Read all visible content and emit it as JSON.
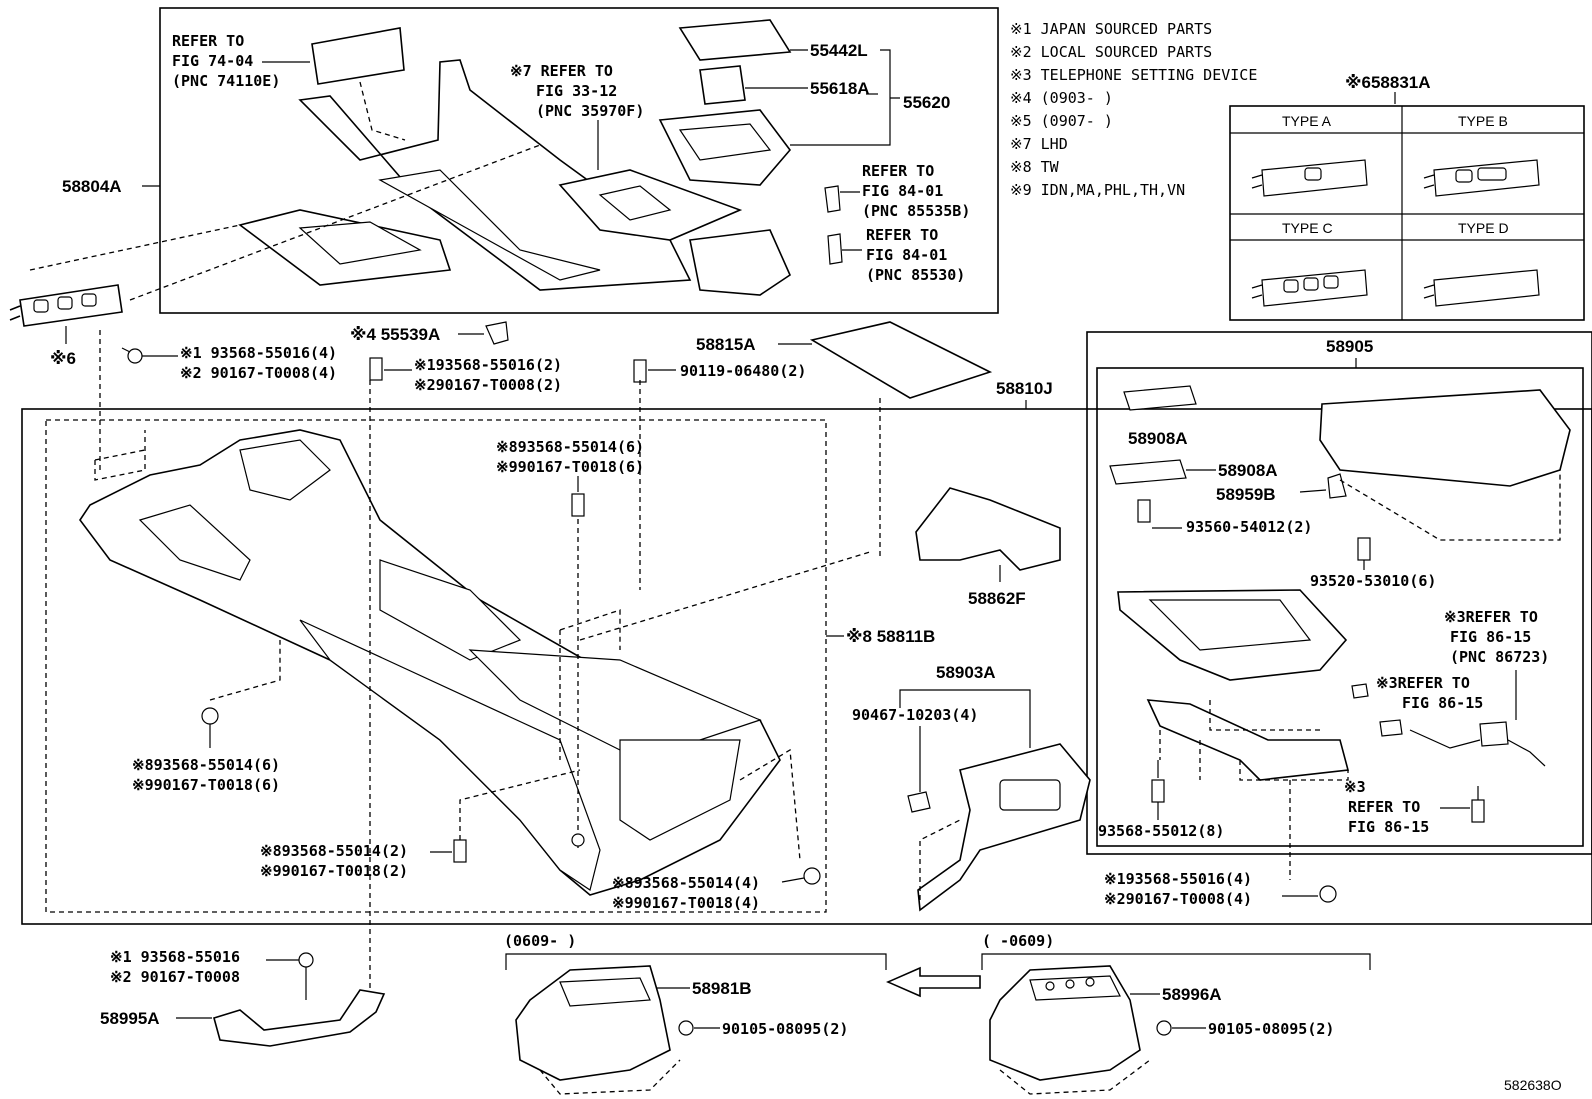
{
  "notes": [
    "※1 JAPAN SOURCED PARTS",
    "※2 LOCAL SOURCED PARTS",
    "※3 TELEPHONE SETTING DEVICE",
    "※4 (0903-    )",
    "※5 (0907-    )",
    "※7 LHD",
    "※8 TW",
    "※9 IDN,MA,PHL,TH,VN"
  ],
  "type_table": {
    "title": "※658831A",
    "types": [
      "TYPE A",
      "TYPE B",
      "TYPE C",
      "TYPE D"
    ]
  },
  "refs": {
    "fig7404": [
      "REFER TO",
      "FIG 74-04",
      "(PNC 74110E)"
    ],
    "fig3312": [
      "※7 REFER TO",
      "FIG 33-12",
      "(PNC 35970F)"
    ],
    "fig8401a": [
      "REFER TO",
      "FIG 84-01",
      "(PNC 85535B)"
    ],
    "fig8401b": [
      "REFER TO",
      "FIG 84-01",
      "(PNC 85530)"
    ],
    "fig8615a": [
      "※3REFER TO",
      "FIG 86-15",
      "(PNC 86723)"
    ],
    "fig8615b": [
      "※3REFER TO",
      "FIG 86-15"
    ],
    "fig8615c": [
      "※3",
      "REFER TO",
      "FIG 86-15"
    ]
  },
  "parts": {
    "p55442L": "55442L",
    "p55618A": "55618A",
    "p55620": "55620",
    "p58804A": "58804A",
    "p6": "※6",
    "p55539A": "※4 55539A",
    "p58815A": "58815A",
    "p58810J": "58810J",
    "p58905": "58905",
    "p58908A1": "58908A",
    "p58908A2": "58908A",
    "p58959B": "58959B",
    "p58862F": "58862F",
    "p58811B": "※8 58811B",
    "p58903A": "58903A",
    "p58981B": "58981B",
    "p58996A": "58996A",
    "p58995A": "58995A",
    "screws": {
      "s1a": "※1 93568-55016(4)",
      "s1b": "※2 90167-T0008(4)",
      "s2a": "※193568-55016(2)",
      "s2b": "※290167-T0008(2)",
      "s3": "90119-06480(2)",
      "s4a": "※893568-55014(6)",
      "s4b": "※990167-T0018(6)",
      "s5a": "※893568-55014(6)",
      "s5b": "※990167-T0018(6)",
      "s6a": "※893568-55014(2)",
      "s6b": "※990167-T0018(2)",
      "s7a": "※893568-55014(4)",
      "s7b": "※990167-T0018(4)",
      "s8": "93560-54012(2)",
      "s9": "93520-53010(6)",
      "s10": "90467-10203(4)",
      "s11": "93568-55012(8)",
      "s12a": "※193568-55016(4)",
      "s12b": "※290167-T0008(4)",
      "s13a": "※1 93568-55016",
      "s13b": "※2 90167-T0008",
      "s14": "90105-08095(2)",
      "s15": "90105-08095(2)"
    }
  },
  "ranges": {
    "new": "(0609-        )",
    "old": "(        -0609)"
  },
  "diagram_id": "582638O"
}
